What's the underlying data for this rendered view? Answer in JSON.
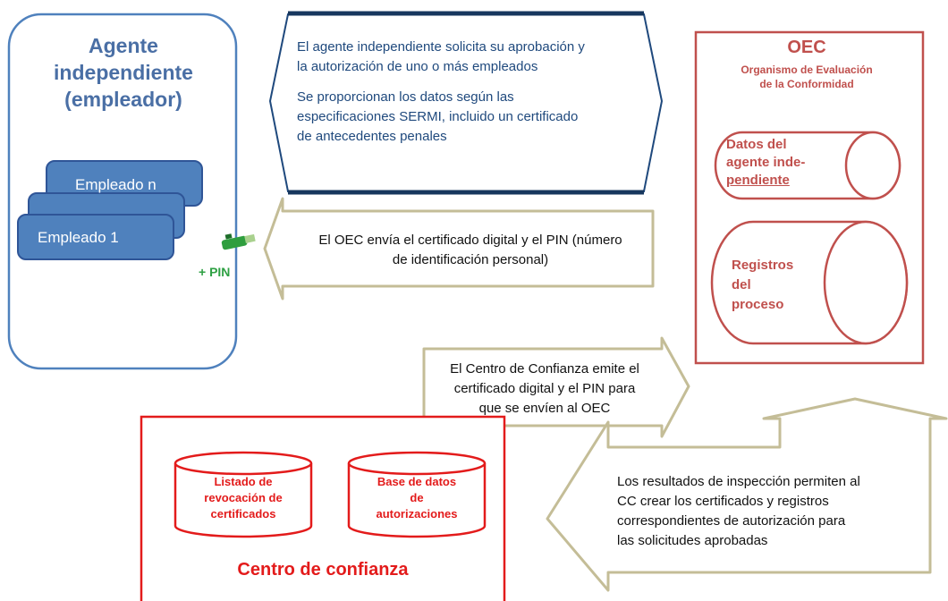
{
  "agent": {
    "title_lines": [
      "Agente",
      "independiente",
      "(empleador)"
    ],
    "employee_n": "Empleado n",
    "employee_1": "Empleado 1",
    "pin_label": "+ PIN"
  },
  "arrow_request": {
    "line1": "El agente independiente solicita su aprobación y",
    "line2": "la autorización de uno o más empleados",
    "line3": "Se proporcionan los datos según las",
    "line4": "especificaciones SERMI, incluido un certificado",
    "line5": "de antecedentes penales"
  },
  "arrow_oec_sends": {
    "line1": "El OEC envía el certificado digital y el PIN (número",
    "line2": "de identificación personal)"
  },
  "arrow_cc_issues": {
    "line1": "El Centro de Confianza emite el",
    "line2": "certificado digital y el PIN para",
    "line3": "que se envíen al OEC"
  },
  "arrow_results": {
    "line1": "Los resultados de inspección permiten al",
    "line2": "CC crear los certificados y registros",
    "line3": "correspondientes de autorización para",
    "line4": "las solicitudes aprobadas"
  },
  "oec": {
    "title": "OEC",
    "subtitle_line1": "Organismo de Evaluación",
    "subtitle_line2": "de la Conformidad",
    "db1_lines": [
      "Datos del",
      "agente inde-",
      "pendiente"
    ],
    "db2_lines": [
      "Registros",
      "del",
      "proceso"
    ]
  },
  "trust_center": {
    "title": "Centro de confianza",
    "db1_lines": [
      "Listado de",
      "revocación de",
      "certificados"
    ],
    "db2_lines": [
      "Base de datos",
      "de",
      "autorizaciones"
    ]
  },
  "colors": {
    "agent_blue": "#4a6fa5",
    "employee_fill": "#4f81bd",
    "text_navy": "#1f497d",
    "oec_red": "#c0504d",
    "cc_red": "#e31b1b",
    "arrow_outline": "#c4bd97",
    "pin_green": "#2ea043"
  }
}
